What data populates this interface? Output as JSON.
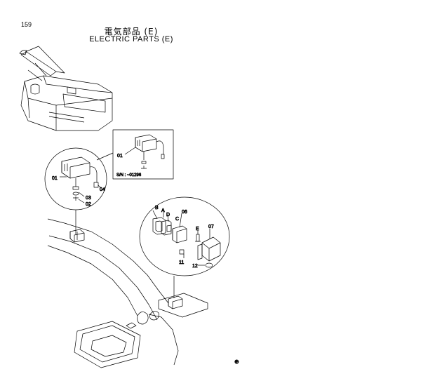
{
  "page": {
    "number": "159"
  },
  "title": {
    "japanese": "電気部品 (E)",
    "english": "ELECTRIC PARTS (E)"
  },
  "callouts": {
    "inset_top": {
      "part_01": "01",
      "serial_note": "S/N : ~01296"
    },
    "detail_left": {
      "part_01": "01",
      "part_02": "02",
      "part_03": "03",
      "part_04": "04"
    },
    "detail_right": {
      "part_B": "B",
      "part_A": "A",
      "part_D": "D",
      "part_C": "C",
      "part_06": "06",
      "part_E": "E",
      "part_07": "07",
      "part_11": "11",
      "part_12": "12"
    }
  },
  "footer": {
    "mark": "⊕"
  }
}
